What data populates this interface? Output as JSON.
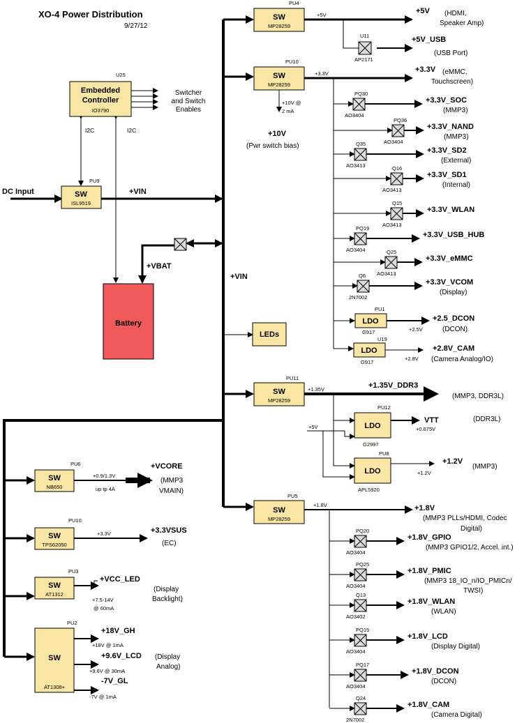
{
  "title": "XO-4 Power Distribution",
  "date": "9/27/12",
  "colors": {
    "block_fill": "#f9e6a4",
    "battery_fill": "#f05a5a",
    "line": "#000000"
  },
  "ec": {
    "ref": "U25",
    "line1": "Embedded",
    "line2": "Controller",
    "part": "IO3790",
    "out1": "Switcher",
    "out2": "and Switch",
    "out3": "Enables",
    "i2c_left": "I2C",
    "i2c_right": "I2C"
  },
  "input": {
    "label": "DC Input",
    "ref": "PU9",
    "name": "SW",
    "part": "ISL9519",
    "vin_label": "+VIN"
  },
  "battery": {
    "label": "Battery",
    "vbat": "+VBAT"
  },
  "main_vin": "+VIN",
  "leds": "LEDs",
  "pu4": {
    "ref": "PU4",
    "name": "SW",
    "part": "MP28259",
    "out": "+5V",
    "rail": "+5V",
    "rail_desc1": "(HDMI,",
    "rail_desc2": "Speaker Amp)",
    "u11": "U11",
    "u11_part": "AP2171",
    "usb": "+5V_USB",
    "usb_desc": "(USB Port)"
  },
  "pu10a": {
    "ref": "PU10",
    "name": "SW",
    "part": "MP28259",
    "out": "+3.3V",
    "rail": "+3.3V",
    "rail_desc1": "(eMMC,",
    "rail_desc2": "Touchscreen)",
    "bias_note1": "+10V @",
    "bias_note2": "2 mA",
    "bias": "+10V",
    "bias_desc": "(Pwr switch bias)"
  },
  "v33_switches": [
    {
      "ref": "PQ30",
      "part": "AO3404",
      "rail": "+3.3V_SOC",
      "desc1": "(MMP3)",
      "desc2": ""
    },
    {
      "ref": "PQ36",
      "part": "AO3404",
      "rail": "+3.3V_NAND",
      "desc1": "(MMP3)",
      "desc2": ""
    },
    {
      "ref": "Q35",
      "part": "AO3413",
      "rail": "+3.3V_SD2",
      "desc1": "(External)",
      "desc2": ""
    },
    {
      "ref": "Q16",
      "part": "AO3413",
      "rail": "+3.3V_SD1",
      "desc1": "(Internal)",
      "desc2": ""
    },
    {
      "ref": "Q15",
      "part": "AO3413",
      "rail": "+3.3V_WLAN",
      "desc1": "",
      "desc2": ""
    },
    {
      "ref": "PQ19",
      "part": "AO3404",
      "rail": "+3.3V_USB_HUB",
      "desc1": "",
      "desc2": ""
    },
    {
      "ref": "Q25",
      "part": "AO3413",
      "rail": "+3.3V_eMMC",
      "desc1": "",
      "desc2": ""
    },
    {
      "ref": "Q6",
      "part": "2N7002",
      "rail": "+3.3V_VCOM",
      "desc1": "(Display)",
      "desc2": ""
    }
  ],
  "ldo_pu1": {
    "ref": "PU1",
    "name": "LDO",
    "part": "G917",
    "rail": "+2.5_DCON",
    "note": "+2.5V",
    "desc": "(DCON)"
  },
  "ldo_u19": {
    "ref": "U19",
    "name": "LDO",
    "part": "G917",
    "rail": "+2.8V_CAM",
    "note": "+2.8V",
    "desc": "(Camera Analog/IO)"
  },
  "pu11": {
    "ref": "PU11",
    "name": "SW",
    "part": "MP28259",
    "out": "+1.35V",
    "rail": "+1.35V_DDR3",
    "desc": "(MMP3, DDR3L)"
  },
  "pu12": {
    "ref": "PU12",
    "name": "LDO",
    "part": "G2997",
    "in": "+5V",
    "rail": "VTT",
    "note": "+0.675V",
    "desc": "(DDR3L)"
  },
  "pu8": {
    "ref": "PU8",
    "name": "LDO",
    "part": "APL5920",
    "rail": "+1.2V",
    "note": "+1.2V",
    "desc": "(MMP3)"
  },
  "pu5": {
    "ref": "PU5",
    "name": "SW",
    "part": "MP28259",
    "out": "+1.8V",
    "rail": "+1.8V",
    "desc1": "(MMP3 PLLs/HDMI, Codec",
    "desc2": "Digital)"
  },
  "v18_switches": [
    {
      "ref": "PQ20",
      "part": "AO3404",
      "rail": "+1.8V_GPIO",
      "desc1": "(MMP3 GPIO1/2, Accel. int.)",
      "desc2": ""
    },
    {
      "ref": "PQ25",
      "part": "AO3404",
      "rail": "+1.8V_PMIC",
      "desc1": "(MMP3 18_IO_n/IO_PMICn/",
      "desc2": "TWSI)"
    },
    {
      "ref": "Q13",
      "part": "AO3402",
      "rail": "+1.8V_WLAN",
      "desc1": "(WLAN)",
      "desc2": ""
    },
    {
      "ref": "PQ15",
      "part": "AO3404",
      "rail": "+1.8V_LCD",
      "desc1": "(Display Digital)",
      "desc2": ""
    },
    {
      "ref": "PQ17",
      "part": "AO3404",
      "rail": "+1.8V_DCON",
      "desc1": "(DCON)",
      "desc2": ""
    },
    {
      "ref": "Q24",
      "part": "2N7002",
      "rail": "+1.8V_CAM",
      "desc1": "(Camera Digital)",
      "desc2": ""
    }
  ],
  "pu6": {
    "ref": "PU6",
    "name": "SW",
    "part": "NB650",
    "out": "+0.9/1.3V",
    "note": "up tp 4A",
    "rail": "+VCORE",
    "desc1": "(MMP3",
    "desc2": "VMAIN)"
  },
  "pu10b": {
    "ref": "PU10",
    "name": "SW",
    "part": "TPS62050",
    "out": "+3.3V",
    "rail": "+3.3VSUS",
    "desc": "(EC)"
  },
  "pu3": {
    "ref": "PU3",
    "name": "SW",
    "part": "AT1312",
    "rail": "+VCC_LED",
    "note1": "+7.5-14V",
    "note2": "@ 60mA",
    "desc1": "(Display",
    "desc2": "Backlight)"
  },
  "pu2": {
    "ref": "PU2",
    "name": "SW",
    "part": "AT1308+",
    "rail1": "+18V_GH",
    "note1": "+18V @ 1mA",
    "rail2": "+9.6V_LCD",
    "note2": "+9.6V @ 30mA",
    "rail3": "-7V_GL",
    "note3": "-7V @ 1mA",
    "desc1": "(Display",
    "desc2": "Analog)"
  }
}
